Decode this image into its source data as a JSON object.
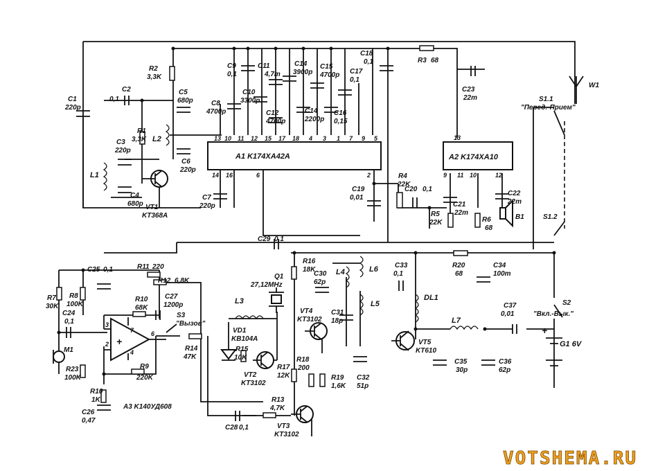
{
  "ics": {
    "a1": "A1 K174XA42A",
    "a2": "A2 K174XA10",
    "a3": "A3  K140УД608",
    "a1_pins_top": [
      "13",
      "10",
      "11",
      "12",
      "15",
      "17",
      "18",
      "4",
      "3",
      "1",
      "7",
      "9",
      "5"
    ],
    "a1_pins_bottom": [
      "14",
      "16",
      "6",
      "2"
    ],
    "a2_pins": [
      "13",
      "9",
      "11",
      "10",
      "12"
    ],
    "a3_pins": [
      "3",
      "2",
      "7",
      "4",
      "6"
    ]
  },
  "transistors": {
    "vt1": "VT1",
    "vt1_type": "KT368A",
    "vt2": "VT2",
    "vt2_type": "KT3102",
    "vt3": "VT3",
    "vt3_type": "KT3102",
    "vt4": "VT4",
    "vt4_type": "KT3102",
    "vt5": "VT5",
    "vt5_type": "KT610"
  },
  "crystal": {
    "name": "Q1",
    "value": "27,12MHz"
  },
  "diode": {
    "name": "VD1",
    "type": "KB104A"
  },
  "resistors": [
    {
      "name": "R1",
      "value": "3,3K"
    },
    {
      "name": "R2",
      "value": "3,3K"
    },
    {
      "name": "R3",
      "value": "68"
    },
    {
      "name": "R4",
      "value": "22K"
    },
    {
      "name": "R5",
      "value": "22K"
    },
    {
      "name": "R6",
      "value": "68"
    },
    {
      "name": "R7",
      "value": "30K"
    },
    {
      "name": "R8",
      "value": "100K"
    },
    {
      "name": "R9",
      "value": "220K"
    },
    {
      "name": "R10",
      "value": "1K"
    },
    {
      "name": "R10",
      "value": "68K"
    },
    {
      "name": "R11",
      "value": "220"
    },
    {
      "name": "R12",
      "value": "6,8K"
    },
    {
      "name": "R13",
      "value": "4,7K"
    },
    {
      "name": "R14",
      "value": "47K"
    },
    {
      "name": "R15",
      "value": "10K"
    },
    {
      "name": "R16",
      "value": "18K"
    },
    {
      "name": "R17",
      "value": "12K"
    },
    {
      "name": "R18",
      "value": "200"
    },
    {
      "name": "R19",
      "value": "1,6K"
    },
    {
      "name": "R20",
      "value": "68"
    },
    {
      "name": "R23",
      "value": "100K"
    }
  ],
  "capacitors": [
    {
      "name": "C1",
      "value": "220p"
    },
    {
      "name": "C2",
      "value": "0,1"
    },
    {
      "name": "C3",
      "value": "220p"
    },
    {
      "name": "C4",
      "value": "680p"
    },
    {
      "name": "C5",
      "value": "680p"
    },
    {
      "name": "C6",
      "value": "220p"
    },
    {
      "name": "C7",
      "value": "220p"
    },
    {
      "name": "C8",
      "value": "4700p"
    },
    {
      "name": "C9",
      "value": "0,1"
    },
    {
      "name": "C10",
      "value": "3300p"
    },
    {
      "name": "C11",
      "value": "4,7m"
    },
    {
      "name": "C12",
      "value": "4700p"
    },
    {
      "name": "C14",
      "value": "3900p"
    },
    {
      "name": "C14",
      "value": "2200p"
    },
    {
      "name": "C15",
      "value": "4700p"
    },
    {
      "name": "C16",
      "value": "0,15"
    },
    {
      "name": "C17",
      "value": "0,1"
    },
    {
      "name": "C18",
      "value": "0,1"
    },
    {
      "name": "C19",
      "value": "0,01"
    },
    {
      "name": "C20",
      "value": "0,1"
    },
    {
      "name": "C21",
      "value": "22m"
    },
    {
      "name": "C22",
      "value": "22m"
    },
    {
      "name": "C23",
      "value": "22m"
    },
    {
      "name": "C24",
      "value": "0,1"
    },
    {
      "name": "C25",
      "value": "0,1"
    },
    {
      "name": "C26",
      "value": "0,47"
    },
    {
      "name": "C27",
      "value": "1200p"
    },
    {
      "name": "C28",
      "value": "0,1"
    },
    {
      "name": "C29",
      "value": "0,1"
    },
    {
      "name": "C30",
      "value": "62p"
    },
    {
      "name": "C31",
      "value": "18p"
    },
    {
      "name": "C32",
      "value": "51p"
    },
    {
      "name": "C33",
      "value": "0,1"
    },
    {
      "name": "C34",
      "value": "100m"
    },
    {
      "name": "C35",
      "value": "30p"
    },
    {
      "name": "C36",
      "value": "62p"
    },
    {
      "name": "C37",
      "value": "0,01"
    }
  ],
  "inductors": [
    "L1",
    "L2",
    "L3",
    "L4",
    "L5",
    "L6",
    "L7",
    "DL1"
  ],
  "switches": {
    "s1_1": "S1.1",
    "s1_1_label": "\"Перед.-Прием\"",
    "s1_2": "S1.2",
    "s2": "S2",
    "s2_label": "\"Вкл.-Вык.\"",
    "s3": "S3",
    "s3_label": "\"Вызов\""
  },
  "battery": "G1 6V",
  "antenna": "W1",
  "microphone": "M1",
  "speaker": "B1",
  "watermark": "VOTSHEMA.RU"
}
